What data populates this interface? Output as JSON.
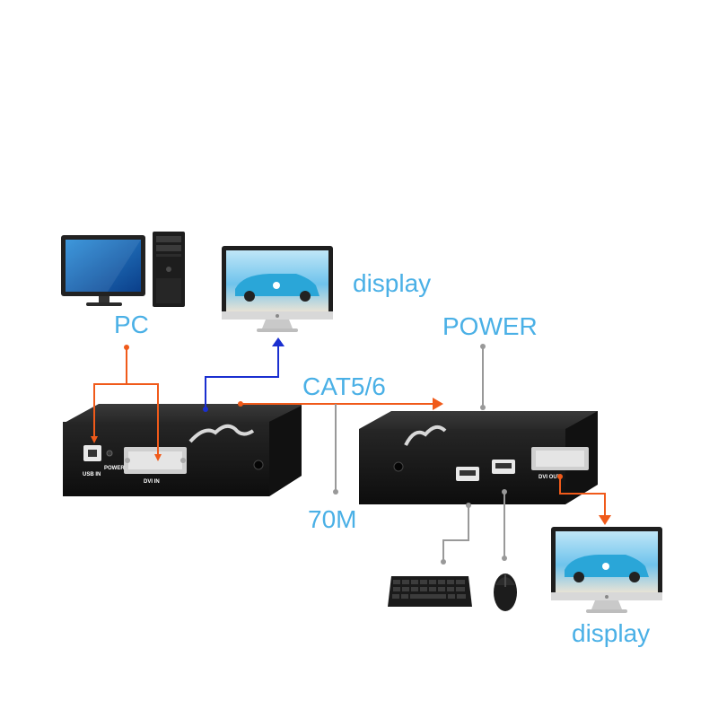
{
  "labels": {
    "pc": "PC",
    "display_top": "display",
    "power": "POWER",
    "cable": "CAT5/6",
    "distance": "70M",
    "display_bottom": "display"
  },
  "device_text": {
    "tx_usb": "USB IN",
    "tx_power": "POWER",
    "tx_dvi": "DVI IN",
    "rx_dvi": "DVI OUT"
  },
  "icons": [
    "pc-monitor-icon",
    "pc-tower-icon",
    "display-monitor-icon",
    "transmitter-box-icon",
    "receiver-box-icon",
    "keyboard-icon",
    "mouse-icon"
  ],
  "colors": {
    "label": "#4ab0e6",
    "data_arrow": "#f05a1a",
    "display_arrow": "#1a2fd0",
    "connector_gray": "#999999",
    "device_body": "#1c1c1c"
  }
}
